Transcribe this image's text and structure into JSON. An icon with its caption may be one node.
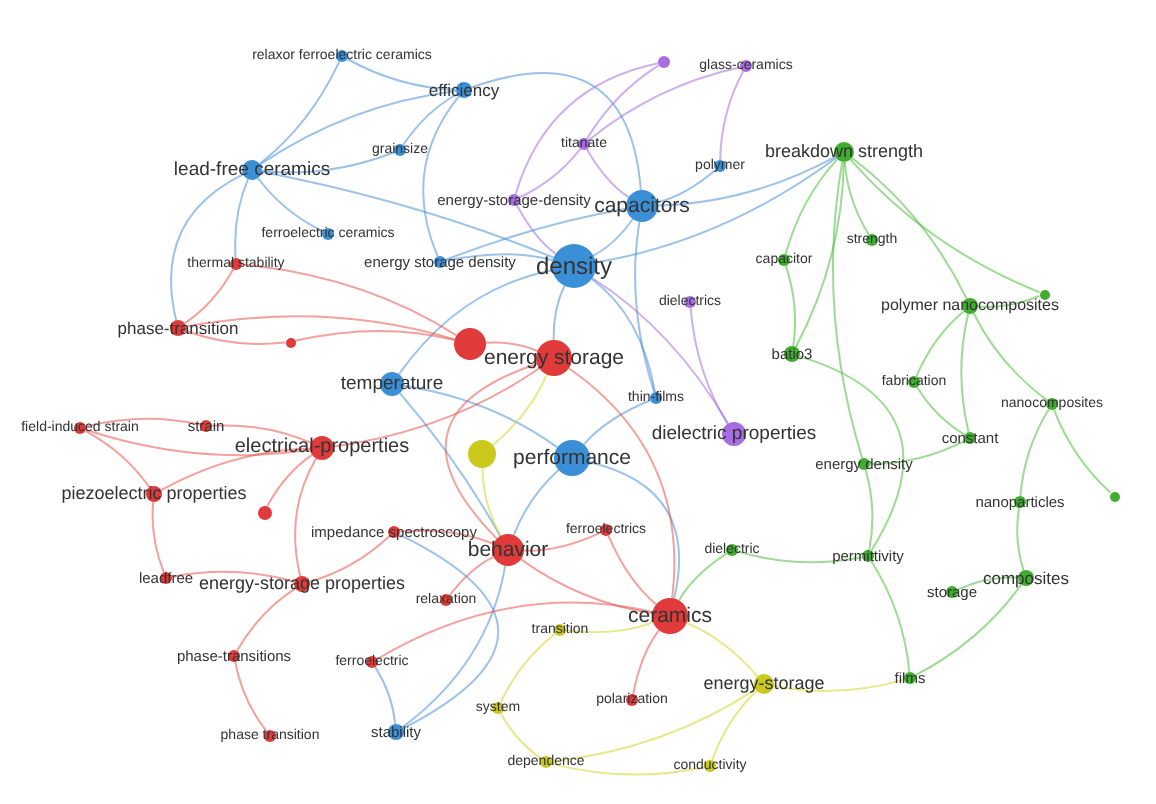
{
  "diagram": {
    "nodes": [
      {
        "text": [
          "relaxor ferroelectric ceramics"
        ]
      },
      {
        "text": [],
        "shape": "circle"
      },
      {
        "text": [
          "glass-ceramics"
        ]
      },
      {
        "text": [
          "efficiency"
        ]
      },
      {
        "text": [
          "breakdown strength"
        ]
      },
      {
        "text": [
          "grainsize"
        ]
      },
      {
        "text": [
          "titanate"
        ]
      },
      {
        "text": [
          "polymer"
        ]
      },
      {
        "text": [
          "lead-free ceramics"
        ]
      },
      {
        "text": [
          "energy-storage-density"
        ]
      },
      {
        "text": [
          "capacitors"
        ]
      },
      {
        "text": [
          "strength"
        ]
      },
      {
        "text": [
          "ferroelectric ceramics"
        ]
      },
      {
        "text": [
          "thermal stability"
        ]
      },
      {
        "text": [
          "energy storage density"
        ]
      },
      {
        "text": [
          "capacitor"
        ]
      },
      {
        "text": [
          "density"
        ]
      },
      {
        "text": [
          "dielectrics"
        ]
      },
      {
        "text": [
          "polymer nanocomposites"
        ]
      },
      {
        "text": [],
        "shape": "circle"
      },
      {
        "text": [
          "phase-transition"
        ]
      },
      {
        "text": [],
        "shape": "circle"
      },
      {
        "text": [],
        "shape": "circle"
      },
      {
        "text": [
          "energy storage"
        ]
      },
      {
        "text": [
          "batio3"
        ]
      },
      {
        "text": [
          "temperature"
        ]
      },
      {
        "text": [
          "fabrication"
        ]
      },
      {
        "text": [
          "thin-films"
        ]
      },
      {
        "text": [
          "nanocomposites"
        ]
      },
      {
        "text": [
          "field-induced strain"
        ]
      },
      {
        "text": [
          "strain"
        ]
      },
      {
        "text": [
          "electrical-properties"
        ]
      },
      {
        "text": [],
        "shape": "circle"
      },
      {
        "text": [
          "performance"
        ]
      },
      {
        "text": [
          "dielectric properties"
        ]
      },
      {
        "text": [
          "constant"
        ]
      },
      {
        "text": [
          "energy density"
        ]
      },
      {
        "text": [
          "piezoelectric properties"
        ]
      },
      {
        "text": [
          "nanoparticles"
        ]
      },
      {
        "text": [],
        "shape": "circle"
      },
      {
        "text": [],
        "shape": "circle"
      },
      {
        "text": [
          "impedance spectroscopy"
        ]
      },
      {
        "text": [
          "ferroelectrics"
        ]
      },
      {
        "text": [
          "behavior"
        ]
      },
      {
        "text": [
          "dielectric"
        ]
      },
      {
        "text": [
          "permittivity"
        ]
      },
      {
        "text": [
          "leadfree"
        ]
      },
      {
        "text": [
          "energy-storage properties"
        ]
      },
      {
        "text": [
          "composites"
        ]
      },
      {
        "text": [
          "storage"
        ]
      },
      {
        "text": [
          "relaxation"
        ]
      },
      {
        "text": [
          "ceramics"
        ]
      },
      {
        "text": [
          "transition"
        ]
      },
      {
        "text": [
          "phase-transitions"
        ]
      },
      {
        "text": [
          "ferroelectric"
        ]
      },
      {
        "text": [
          "energy-storage"
        ]
      },
      {
        "text": [
          "films"
        ]
      },
      {
        "text": [
          "polarization"
        ]
      },
      {
        "text": [
          "system"
        ]
      },
      {
        "text": [
          "phase transition"
        ]
      },
      {
        "text": [
          "stability"
        ]
      },
      {
        "text": [
          "dependence"
        ]
      },
      {
        "text": [
          "conductivity"
        ]
      }
    ],
    "edges": [
      {
        "from": 16,
        "to": 10,
        "arrow": "none",
        "color": "#4a90d9"
      },
      {
        "from": 27,
        "to": 33,
        "arrow": "none",
        "color": "#4a90d9"
      },
      {
        "from": 16,
        "to": 23,
        "arrow": "none",
        "color": "#4a90d9"
      },
      {
        "from": 16,
        "to": 8,
        "arrow": "none",
        "color": "#4a90d9"
      },
      {
        "from": 14,
        "to": 3,
        "arrow": "none",
        "color": "#4a90d9"
      },
      {
        "from": 16,
        "to": 14,
        "arrow": "none",
        "color": "#4a90d9"
      },
      {
        "from": 16,
        "to": 25,
        "arrow": "none",
        "color": "#4a90d9"
      },
      {
        "from": 16,
        "to": 27,
        "arrow": "none",
        "color": "#4a90d9"
      },
      {
        "from": 16,
        "to": 4,
        "arrow": "none",
        "color": "#4a90d9"
      },
      {
        "from": 42,
        "to": 51,
        "arrow": "none",
        "color": "#e8534f"
      },
      {
        "from": 25,
        "to": 43,
        "arrow": "none",
        "color": "#4a90d9"
      },
      {
        "from": 8,
        "to": 0,
        "arrow": "none",
        "color": "#4a90d9"
      },
      {
        "from": 8,
        "to": 3,
        "arrow": "none",
        "color": "#4a90d9"
      },
      {
        "from": 8,
        "to": 12,
        "arrow": "none",
        "color": "#4a90d9"
      },
      {
        "from": 8,
        "to": 5,
        "arrow": "none",
        "color": "#4a90d9"
      },
      {
        "from": 8,
        "to": 13,
        "arrow": "none",
        "color": "#4a90d9"
      },
      {
        "from": 8,
        "to": 20,
        "arrow": "none",
        "color": "#4a90d9"
      },
      {
        "from": 0,
        "to": 3,
        "arrow": "none",
        "color": "#4a90d9"
      },
      {
        "from": 3,
        "to": 5,
        "arrow": "none",
        "color": "#4a90d9"
      },
      {
        "from": 3,
        "to": 10,
        "arrow": "none",
        "color": "#4a90d9"
      },
      {
        "from": 10,
        "to": 7,
        "arrow": "none",
        "color": "#4a90d9"
      },
      {
        "from": 10,
        "to": 14,
        "arrow": "none",
        "color": "#4a90d9"
      },
      {
        "from": 10,
        "to": 27,
        "arrow": "none",
        "color": "#4a90d9"
      },
      {
        "from": 10,
        "to": 4,
        "arrow": "none",
        "color": "#4a90d9"
      },
      {
        "from": 60,
        "to": 54,
        "arrow": "none",
        "color": "#4a90d9"
      },
      {
        "from": 60,
        "to": 43,
        "arrow": "none",
        "color": "#4a90d9"
      },
      {
        "from": 60,
        "to": 41,
        "arrow": "none",
        "color": "#4a90d9"
      },
      {
        "from": 33,
        "to": 25,
        "arrow": "none",
        "color": "#4a90d9"
      },
      {
        "from": 33,
        "to": 51,
        "arrow": "none",
        "color": "#4a90d9"
      },
      {
        "from": 33,
        "to": 43,
        "arrow": "none",
        "color": "#4a90d9"
      },
      {
        "from": 9,
        "to": 6,
        "arrow": "none",
        "color": "#a66ee0"
      },
      {
        "from": 9,
        "to": 1,
        "arrow": "none",
        "color": "#a66ee0"
      },
      {
        "from": 2,
        "to": 6,
        "arrow": "none",
        "color": "#a66ee0"
      },
      {
        "from": 2,
        "to": 7,
        "arrow": "none",
        "color": "#a66ee0"
      },
      {
        "from": 1,
        "to": 6,
        "arrow": "none",
        "color": "#a66ee0"
      },
      {
        "from": 17,
        "to": 34,
        "arrow": "none",
        "color": "#a66ee0"
      },
      {
        "from": 34,
        "to": 16,
        "arrow": "none",
        "color": "#a66ee0"
      },
      {
        "from": 9,
        "to": 16,
        "arrow": "none",
        "color": "#a66ee0"
      },
      {
        "from": 6,
        "to": 10,
        "arrow": "none",
        "color": "#a66ee0"
      },
      {
        "from": 4,
        "to": 11,
        "arrow": "none",
        "color": "#4cbb3c"
      },
      {
        "from": 4,
        "to": 15,
        "arrow": "none",
        "color": "#4cbb3c"
      },
      {
        "from": 4,
        "to": 18,
        "arrow": "none",
        "color": "#4cbb3c"
      },
      {
        "from": 4,
        "to": 24,
        "arrow": "none",
        "color": "#4cbb3c"
      },
      {
        "from": 4,
        "to": 36,
        "arrow": "none",
        "color": "#4cbb3c"
      },
      {
        "from": 4,
        "to": 19,
        "arrow": "none",
        "color": "#4cbb3c"
      },
      {
        "from": 18,
        "to": 28,
        "arrow": "none",
        "color": "#4cbb3c"
      },
      {
        "from": 18,
        "to": 26,
        "arrow": "none",
        "color": "#4cbb3c"
      },
      {
        "from": 18,
        "to": 35,
        "arrow": "none",
        "color": "#4cbb3c"
      },
      {
        "from": 18,
        "to": 19,
        "arrow": "none",
        "color": "#4cbb3c"
      },
      {
        "from": 28,
        "to": 38,
        "arrow": "none",
        "color": "#4cbb3c"
      },
      {
        "from": 28,
        "to": 39,
        "arrow": "none",
        "color": "#4cbb3c"
      },
      {
        "from": 38,
        "to": 48,
        "arrow": "none",
        "color": "#4cbb3c"
      },
      {
        "from": 48,
        "to": 49,
        "arrow": "none",
        "color": "#4cbb3c"
      },
      {
        "from": 48,
        "to": 56,
        "arrow": "none",
        "color": "#4cbb3c"
      },
      {
        "from": 56,
        "to": 45,
        "arrow": "none",
        "color": "#4cbb3c"
      },
      {
        "from": 45,
        "to": 36,
        "arrow": "none",
        "color": "#4cbb3c"
      },
      {
        "from": 36,
        "to": 35,
        "arrow": "none",
        "color": "#4cbb3c"
      },
      {
        "from": 24,
        "to": 15,
        "arrow": "none",
        "color": "#4cbb3c"
      },
      {
        "from": 24,
        "to": 45,
        "arrow": "none",
        "color": "#4cbb3c"
      },
      {
        "from": 44,
        "to": 45,
        "arrow": "none",
        "color": "#4cbb3c"
      },
      {
        "from": 44,
        "to": 51,
        "arrow": "none",
        "color": "#4cbb3c"
      },
      {
        "from": 26,
        "to": 35,
        "arrow": "none",
        "color": "#4cbb3c"
      },
      {
        "from": 23,
        "to": 22,
        "arrow": "none",
        "color": "#e8534f"
      },
      {
        "from": 23,
        "to": 43,
        "arrow": "none",
        "color": "#e8534f"
      },
      {
        "from": 23,
        "to": 51,
        "arrow": "none",
        "color": "#e8534f"
      },
      {
        "from": 23,
        "to": 31,
        "arrow": "none",
        "color": "#e8534f"
      },
      {
        "from": 22,
        "to": 20,
        "arrow": "none",
        "color": "#e8534f"
      },
      {
        "from": 22,
        "to": 13,
        "arrow": "none",
        "color": "#e8534f"
      },
      {
        "from": 22,
        "to": 21,
        "arrow": "none",
        "color": "#e8534f"
      },
      {
        "from": 31,
        "to": 30,
        "arrow": "none",
        "color": "#e8534f"
      },
      {
        "from": 31,
        "to": 29,
        "arrow": "none",
        "color": "#e8534f"
      },
      {
        "from": 31,
        "to": 37,
        "arrow": "none",
        "color": "#e8534f"
      },
      {
        "from": 31,
        "to": 40,
        "arrow": "none",
        "color": "#e8534f"
      },
      {
        "from": 37,
        "to": 29,
        "arrow": "none",
        "color": "#e8534f"
      },
      {
        "from": 37,
        "to": 46,
        "arrow": "none",
        "color": "#e8534f"
      },
      {
        "from": 47,
        "to": 46,
        "arrow": "none",
        "color": "#e8534f"
      },
      {
        "from": 47,
        "to": 53,
        "arrow": "none",
        "color": "#e8534f"
      },
      {
        "from": 47,
        "to": 41,
        "arrow": "none",
        "color": "#e8534f"
      },
      {
        "from": 47,
        "to": 31,
        "arrow": "none",
        "color": "#e8534f"
      },
      {
        "from": 53,
        "to": 59,
        "arrow": "none",
        "color": "#e8534f"
      },
      {
        "from": 43,
        "to": 41,
        "arrow": "none",
        "color": "#e8534f"
      },
      {
        "from": 43,
        "to": 42,
        "arrow": "none",
        "color": "#e8534f"
      },
      {
        "from": 43,
        "to": 50,
        "arrow": "none",
        "color": "#e8534f"
      },
      {
        "from": 43,
        "to": 51,
        "arrow": "none",
        "color": "#e8534f"
      },
      {
        "from": 51,
        "to": 57,
        "arrow": "none",
        "color": "#e8534f"
      },
      {
        "from": 51,
        "to": 54,
        "arrow": "none",
        "color": "#e8534f"
      },
      {
        "from": 20,
        "to": 13,
        "arrow": "none",
        "color": "#e8534f"
      },
      {
        "from": 20,
        "to": 21,
        "arrow": "none",
        "color": "#e8534f"
      },
      {
        "from": 30,
        "to": 29,
        "arrow": "none",
        "color": "#e8534f"
      },
      {
        "from": 32,
        "to": 23,
        "arrow": "none",
        "color": "#d4d42a"
      },
      {
        "from": 32,
        "to": 43,
        "arrow": "none",
        "color": "#d4d42a"
      },
      {
        "from": 55,
        "to": 51,
        "arrow": "none",
        "color": "#d4d42a"
      },
      {
        "from": 55,
        "to": 61,
        "arrow": "none",
        "color": "#d4d42a"
      },
      {
        "from": 55,
        "to": 62,
        "arrow": "none",
        "color": "#d4d42a"
      },
      {
        "from": 52,
        "to": 58,
        "arrow": "none",
        "color": "#d4d42a"
      },
      {
        "from": 58,
        "to": 61,
        "arrow": "none",
        "color": "#d4d42a"
      },
      {
        "from": 52,
        "to": 51,
        "arrow": "none",
        "color": "#d4d42a"
      },
      {
        "from": 61,
        "to": 62,
        "arrow": "none",
        "color": "#d4d42a"
      },
      {
        "from": 55,
        "to": 56,
        "arrow": "none",
        "color": "#d4d42a"
      }
    ]
  }
}
